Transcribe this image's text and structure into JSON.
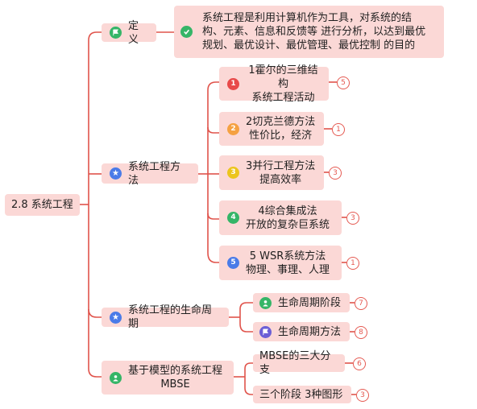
{
  "root": {
    "label": "2.8 系统工程"
  },
  "branches": {
    "definition": {
      "label": "定义",
      "icon": "flag-icon",
      "content": {
        "icon": "check-icon",
        "lines": [
          "系统工程是利用计算机作为工具，对系统的结",
          "构、元素、信息和反馈等 进行分析，以达到最优",
          "规划、最优设计、最优管理、最优控制 的目的"
        ]
      }
    },
    "methods": {
      "label": "系统工程方法",
      "icon": "star-icon",
      "items": [
        {
          "number": "1",
          "lines": [
            "1霍尔的三维结构",
            "系统工程活动"
          ],
          "badge": "5",
          "color": "#e84a4a"
        },
        {
          "number": "2",
          "lines": [
            "2切克兰德方法",
            "性价比，经济"
          ],
          "badge": "1",
          "color": "#f5a142"
        },
        {
          "number": "3",
          "lines": [
            "3并行工程方法",
            "提高效率"
          ],
          "badge": "3",
          "color": "#ecc51d"
        },
        {
          "number": "4",
          "lines": [
            "4综合集成法",
            "开放的复杂巨系统"
          ],
          "badge": "3",
          "color": "#35b567"
        },
        {
          "number": "5",
          "lines": [
            "5 WSR系统方法",
            "物理、事理、人理"
          ],
          "badge": "1",
          "color": "#4a7be8"
        }
      ]
    },
    "lifecycle": {
      "label": "系统工程的生命周期",
      "icon": "star-icon",
      "items": [
        {
          "label": "生命周期阶段",
          "icon": "user-icon",
          "badge": "7",
          "color": "#35b567"
        },
        {
          "label": "生命周期方法",
          "icon": "flag-icon",
          "badge": "8",
          "color": "#6b5fd6"
        }
      ]
    },
    "mbse": {
      "lines": [
        "基于模型的系统工程",
        "MBSE"
      ],
      "icon": "user-icon",
      "items": [
        {
          "label": "MBSE的三大分支",
          "badge": "6"
        },
        {
          "label": "三个阶段 3种图形",
          "badge": "3"
        }
      ]
    }
  },
  "colors": {
    "node_fill": "#fbd8d6",
    "edge": "#e0534b",
    "flag_icon": "#35b567",
    "star_icon": "#4a7be8",
    "check_icon": "#35b567",
    "user_icon": "#35b567"
  }
}
